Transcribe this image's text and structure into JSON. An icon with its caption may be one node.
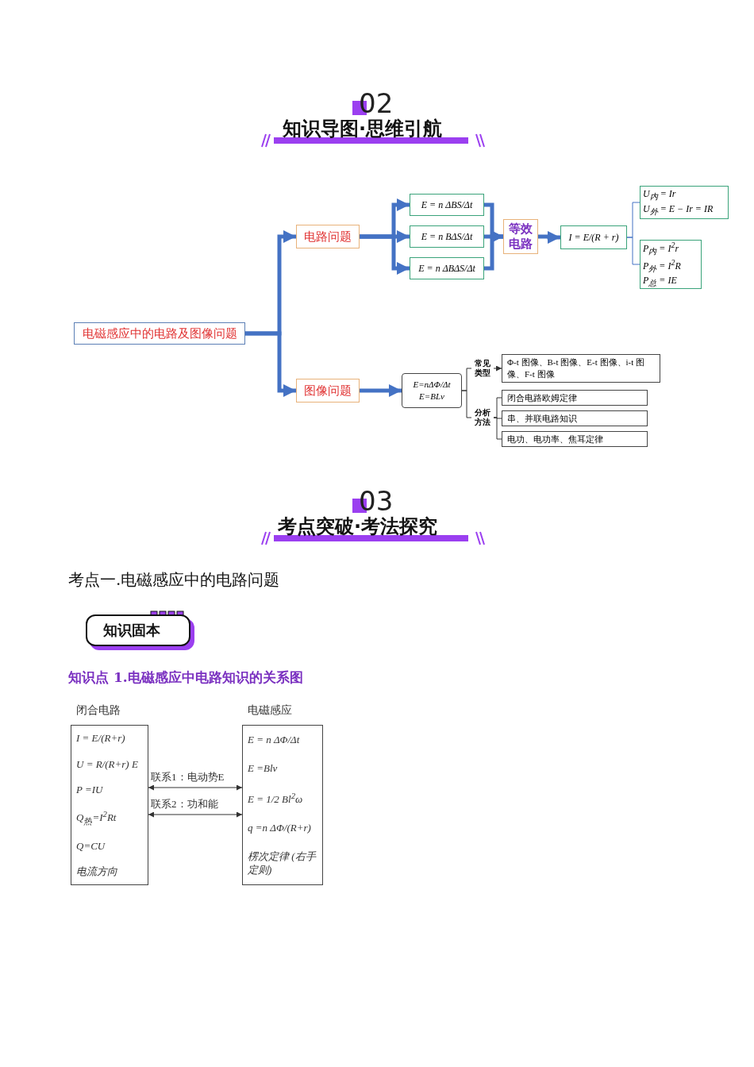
{
  "diagram": {
    "nodes": [
      {
        "text": [
          "电磁感应中的电路及图像问题"
        ]
      },
      {
        "text": [
          "电路问题"
        ]
      },
      {
        "text": [
          "图像问题"
        ]
      },
      {
        "text": [
          "E = n ΔBS/Δt"
        ]
      },
      {
        "text": [
          "E = n BΔS/Δt"
        ]
      },
      {
        "text": [
          "E = n ΔBΔS/Δt"
        ]
      },
      {
        "text": [
          "等效电路"
        ]
      },
      {
        "text": [
          "I = E/(R + r)"
        ]
      },
      {
        "text": [
          "U$_{内}$ = Ir",
          "U$_{外}$ = E − Ir = IR"
        ]
      },
      {
        "text": [
          "P$_{内}$ = I$^{2}$r",
          "P$_{外}$ = I$^{2}$R",
          "P$_{总}$ = IE"
        ]
      },
      {
        "text": [
          "E=nΔΦ/Δt",
          "E=BLv"
        ]
      },
      {
        "text": [
          "常见类型"
        ]
      },
      {
        "text": [
          "Φ-t 图像、B-t 图像、E-t 图像、i-t 图像、F-t 图像"
        ]
      },
      {
        "text": [
          "分析方法"
        ]
      },
      {
        "text": [
          "闭合电路欧姆定律"
        ]
      },
      {
        "text": [
          "串、并联电路知识"
        ]
      },
      {
        "text": [
          "电功、电功率、焦耳定律"
        ]
      },
      {
        "text": [
          "闭合电路",
          "I = E/(R+r)",
          "U = R/(R+r) E",
          "P =IU",
          "Q$_{热}$=I$^{2}$Rt",
          "Q=CU",
          "电流方向"
        ]
      },
      {
        "text": [
          "电磁感应",
          "E = n ΔΦ/Δt",
          "E =Blv",
          "E = 1/2 Bl$^{2}$ω",
          "q =n ΔΦ/(R+r)",
          "楞次定律 (右手定则)"
        ]
      }
    ],
    "edges": [
      {
        "from": 0,
        "to": 1,
        "arrow": "to",
        "style": "thick"
      },
      {
        "from": 0,
        "to": 2,
        "arrow": "to",
        "style": "thick"
      },
      {
        "from": 1,
        "to": 3,
        "arrow": "to",
        "style": "thick"
      },
      {
        "from": 1,
        "to": 4,
        "arrow": "to",
        "style": "thick"
      },
      {
        "from": 1,
        "to": 5,
        "arrow": "to",
        "style": "thick"
      },
      {
        "from": 3,
        "to": 6,
        "arrow": "to",
        "style": "thick"
      },
      {
        "from": 4,
        "to": 6,
        "arrow": "to",
        "style": "thick"
      },
      {
        "from": 5,
        "to": 6,
        "arrow": "to",
        "style": "thick"
      },
      {
        "from": 6,
        "to": 7,
        "arrow": "to",
        "style": "thick"
      },
      {
        "from": 7,
        "to": 8,
        "arrow": "none"
      },
      {
        "from": 7,
        "to": 9,
        "arrow": "none"
      },
      {
        "from": 2,
        "to": 10,
        "arrow": "to",
        "style": "thick"
      },
      {
        "from": 10,
        "to": 11,
        "arrow": "none",
        "color": "#333333"
      },
      {
        "from": 11,
        "to": 12,
        "arrow": "to",
        "color": "#333333"
      },
      {
        "from": 10,
        "to": 13,
        "arrow": "none",
        "color": "#333333"
      },
      {
        "from": 13,
        "to": 14,
        "arrow": "none",
        "color": "#333333"
      },
      {
        "from": 13,
        "to": 15,
        "arrow": "none",
        "color": "#333333"
      },
      {
        "from": 13,
        "to": 16,
        "arrow": "none",
        "color": "#333333"
      },
      {
        "from": 17,
        "to": 18,
        "arrow": "both",
        "label": "联系1：电动势E",
        "color": "#333333"
      },
      {
        "from": 17,
        "to": 18,
        "arrow": "both",
        "label": "联系2：功和能",
        "color": "#333333"
      }
    ],
    "labels": [
      "02",
      "知识导图·思维引航",
      "03",
      "考点突破·考法探究",
      "考点一.电磁感应中的电路问题",
      "知识固本",
      "知识点 1.电磁感应中电路知识的关系图"
    ]
  }
}
